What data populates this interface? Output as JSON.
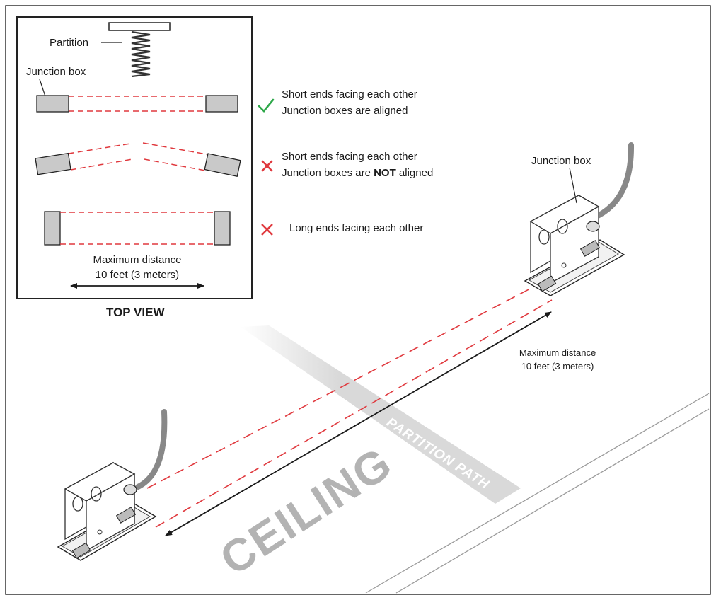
{
  "top_view": {
    "partition_label": "Partition",
    "junction_box_label": "Junction box",
    "caption": "TOP VIEW",
    "distance_line1": "Maximum distance",
    "distance_line2": "10 feet (3 meters)",
    "rows": [
      {
        "status": "ok",
        "line1": "Short ends facing each other",
        "line2": "Junction boxes are aligned"
      },
      {
        "status": "bad",
        "line1": "Short ends facing each other",
        "line2_pre": "Junction boxes are ",
        "line2_bold": "NOT",
        "line2_post": " aligned"
      },
      {
        "status": "bad",
        "line1": "Long ends facing each other"
      }
    ]
  },
  "isometric": {
    "junction_box_label": "Junction box",
    "distance_line1": "Maximum distance",
    "distance_line2": "10 feet (3 meters)",
    "partition_path_label": "PARTITION PATH",
    "ceiling_label": "CEILING"
  },
  "colors": {
    "beam": "#e0393e",
    "check": "#2ea84a",
    "cross": "#e0393e",
    "box_fill": "#c9c9c9",
    "path_band": "#d9d9d9",
    "ceiling_text": "#b3b3b3"
  }
}
